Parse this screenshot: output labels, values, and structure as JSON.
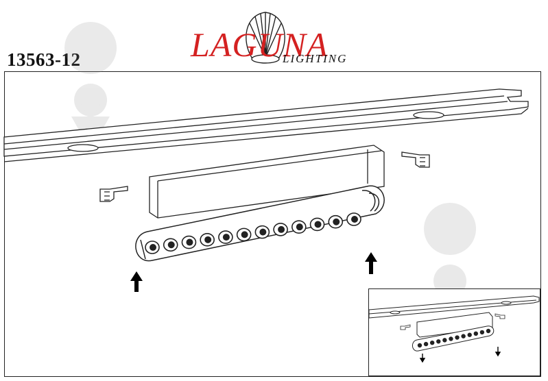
{
  "product_code": "13563-12",
  "brand": {
    "name": "LAGUNA",
    "tagline": "LIGHTING",
    "primary_color": "#d42121",
    "logo_icon": "shell-icon"
  },
  "figure": {
    "leds_per_module": 12,
    "watermark_icon": "pin-watermark-icon",
    "main_view": {
      "pointers": [
        "pointing-hand-left",
        "pointing-hand-right"
      ],
      "arrows": [
        "up-arrow",
        "up-arrow"
      ]
    },
    "inset_view": {
      "pointers": [
        "pointing-hand-left",
        "pointing-hand-right"
      ],
      "arrows": [
        "down-arrow",
        "down-arrow"
      ]
    }
  }
}
